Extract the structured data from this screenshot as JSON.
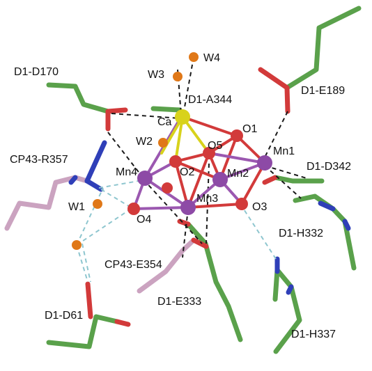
{
  "colors": {
    "carbon_green": "#5aa14b",
    "carbon_pink": "#cba3c0",
    "oxygen": "#d23a3a",
    "nitrogen": "#2f3fb8",
    "manganese": "#8d4aa6",
    "manganese_bond": "#9b58b0",
    "calcium": "#d8d21c",
    "water": "#e07818",
    "hbond_black": "#1a1a1a",
    "hbond_cyan": "#8ec6cf",
    "label": "#111111"
  },
  "labels": {
    "d1_d170": "D1-D170",
    "w4": "W4",
    "w3": "W3",
    "d1_a344": "D1-A344",
    "d1_e189": "D1-E189",
    "ca": "Ca",
    "o1": "O1",
    "w2": "W2",
    "o5": "O5",
    "cp43_r357": "CP43-R357",
    "mn1": "Mn1",
    "mn4": "Mn4",
    "o2": "O2",
    "mn2": "Mn2",
    "d1_d342": "D1-D342",
    "mn3": "Mn3",
    "o3": "O3",
    "w1": "W1",
    "o4": "O4",
    "d1_h332": "D1-H332",
    "cp43_e354": "CP43-E354",
    "d1_e333": "D1-E333",
    "d1_d61": "D1-D61",
    "d1_h337": "D1-H337"
  }
}
